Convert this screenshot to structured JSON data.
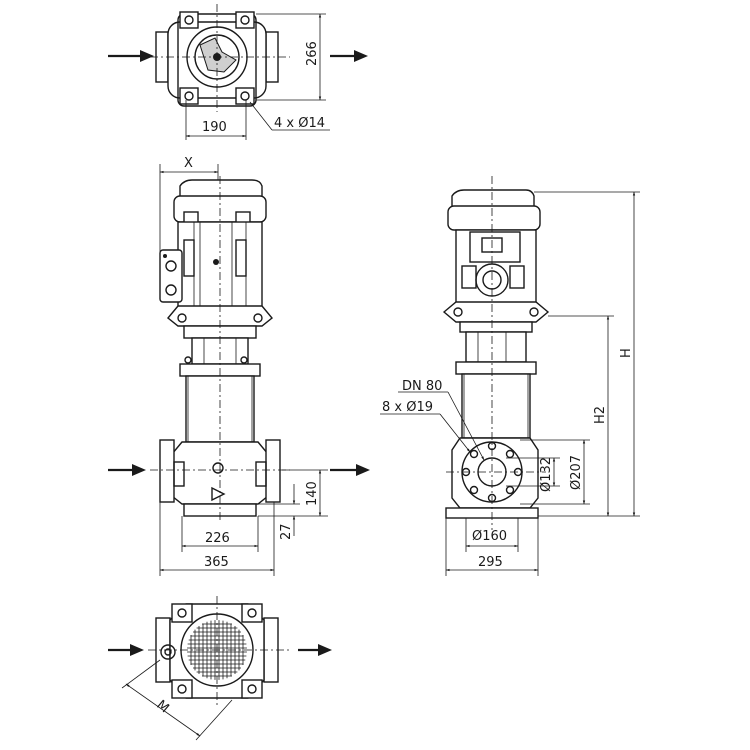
{
  "colors": {
    "line": "#1a1a1a",
    "background": "#ffffff"
  },
  "top_view": {
    "height_dim": "266",
    "width_dim": "190",
    "holes_dim": "4 x Ø14"
  },
  "front_view": {
    "x_label": "X",
    "inner_width": "226",
    "outer_width": "365",
    "axis_height": "140",
    "base_height": "27"
  },
  "side_view": {
    "dn_label": "DN 80",
    "bolts_label": "8 x Ø19",
    "d_small": "Ø132",
    "d_large": "Ø207",
    "d_base": "Ø160",
    "base_width": "295",
    "h2_label": "H2",
    "h_label": "H"
  },
  "bottom_view": {
    "m_label": "M"
  }
}
